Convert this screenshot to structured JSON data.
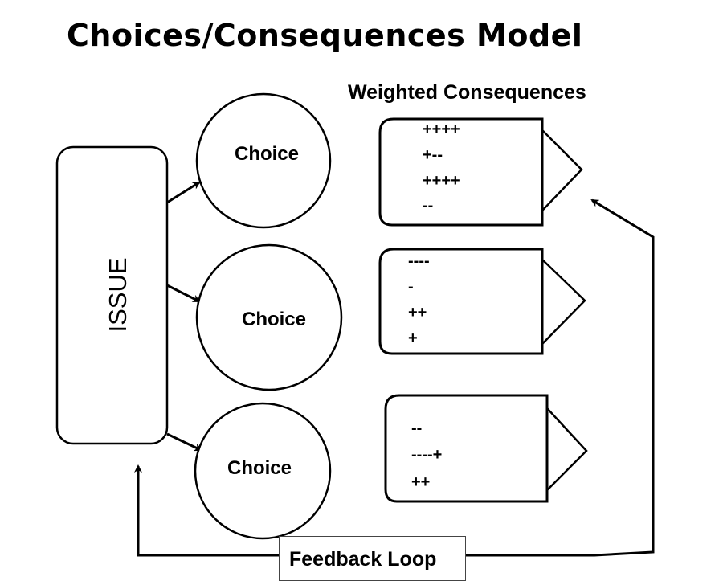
{
  "title": "Choices/Consequences Model",
  "subtitle": "Weighted Consequences",
  "issue": {
    "label": "ISSUE"
  },
  "choices": [
    {
      "label": "Choice"
    },
    {
      "label": "Choice"
    },
    {
      "label": "Choice"
    }
  ],
  "consequences": [
    {
      "lines": [
        "++++",
        "+--",
        "++++",
        "--"
      ]
    },
    {
      "lines": [
        "----",
        "-",
        "++",
        "+"
      ]
    },
    {
      "lines": [
        "--",
        "----+",
        "++"
      ]
    }
  ],
  "feedback": {
    "label": "Feedback Loop"
  }
}
